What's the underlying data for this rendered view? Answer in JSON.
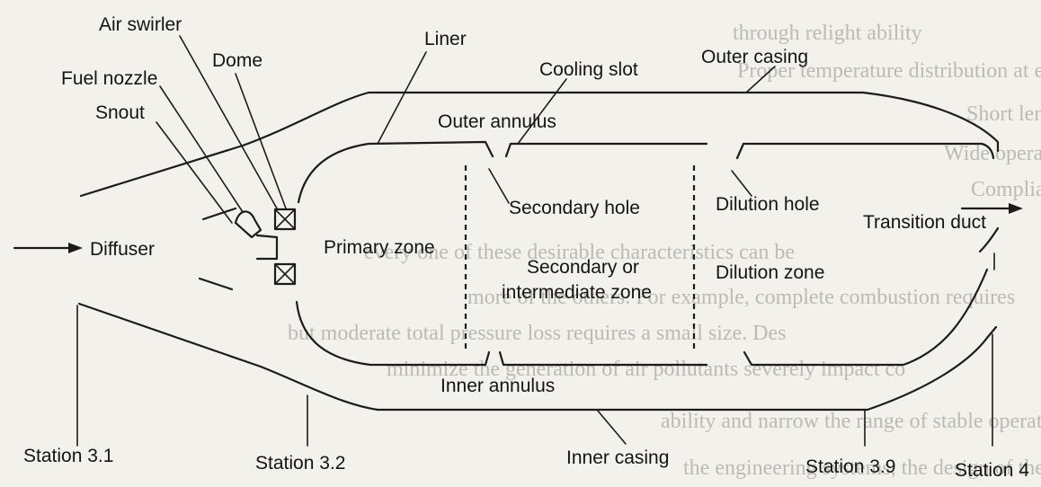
{
  "labels": {
    "air_swirler": "Air swirler",
    "dome": "Dome",
    "liner": "Liner",
    "fuel_nozzle": "Fuel nozzle",
    "outer_casing": "Outer casing",
    "cooling_slot": "Cooling slot",
    "snout": "Snout",
    "outer_annulus": "Outer annulus",
    "secondary_hole": "Secondary hole",
    "dilution_hole": "Dilution hole",
    "transition_duct": "Transition duct",
    "diffuser": "Diffuser",
    "primary_zone": "Primary zone",
    "secondary_zone_line1": "Secondary or",
    "secondary_zone_line2": "intermediate zone",
    "dilution_zone": "Dilution zone",
    "inner_annulus": "Inner annulus",
    "station_3_1": "Station 3.1",
    "station_3_2": "Station 3.2",
    "inner_casing": "Inner casing",
    "station_3_9": "Station 3.9",
    "station_4": "Station 4"
  },
  "background_text": [
    "through relight ability",
    "Proper temperature distribution at exit with no hot spots",
    "Short length and small cross section",
    "Wide operating range of mass flow rates, pressures, and temperatures",
    "Compliance with established environmental limits for all pollutants",
    "every one of these desirable characteristics can be",
    "more of the others. For example, complete combustion requires",
    "but moderate total pressure loss requires a small size. Des",
    "minimize the generation of air pollutants severely impact co",
    "ability and narrow the range of stable operating parameters.",
    "the engineering systems, the design of the main combustor"
  ],
  "colors": {
    "ink": "#1c1c1c",
    "paper": "#f3f1ec",
    "bleed_text": "#bdbab3"
  }
}
